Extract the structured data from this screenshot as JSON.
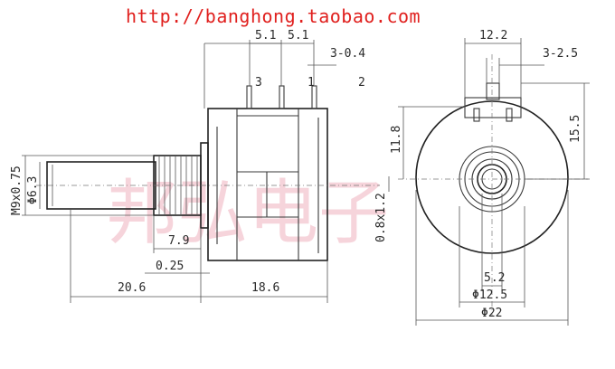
{
  "header": {
    "url": "http://banghong.taobao.com"
  },
  "watermark": {
    "text": "邦弘电子"
  },
  "side_view": {
    "dims": {
      "pin_pitch_1": "5.1",
      "pin_pitch_2": "5.1",
      "pin_width": "3-0.4",
      "thread": "M9x0.75",
      "shaft_dia": "Φ6.3",
      "bushing_len": "7.9",
      "flange_thk": "0.25",
      "shaft_len": "20.6",
      "body_len": "18.6",
      "pin_offset": "0.8x1.2"
    },
    "pins": [
      "3",
      "1",
      "2"
    ]
  },
  "front_view": {
    "dims": {
      "lug_span": "12.2",
      "lug_width": "3-2.5",
      "height_1": "11.8",
      "height_2": "15.5",
      "inner_dia": "5.2",
      "boss_dia": "Φ12.5",
      "body_dia": "Φ22"
    }
  },
  "colors": {
    "url": "#e0201e",
    "watermark": "#f3c6cf",
    "line": "#3a3a3a"
  }
}
